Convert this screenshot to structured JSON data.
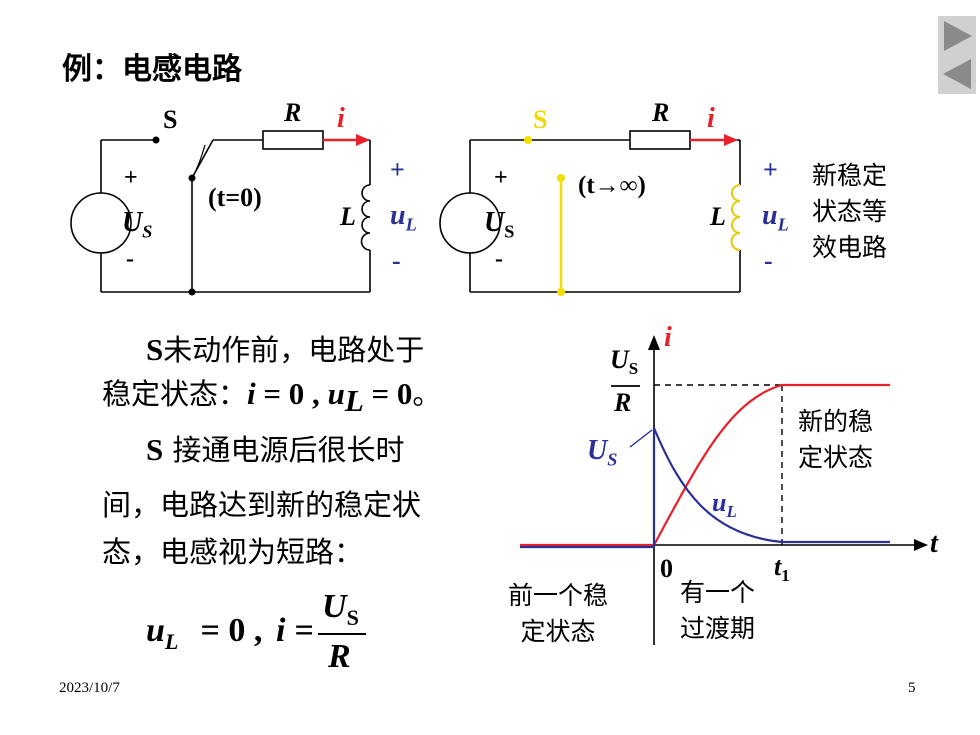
{
  "slide": {
    "title": "例：电感电路",
    "date": "2023/10/7",
    "page_number": "5"
  },
  "nav": {
    "next_icon": "triangle-right-icon",
    "prev_icon": "triangle-left-icon"
  },
  "circuit1": {
    "switch_label": "S",
    "resistor_label": "R",
    "current_label": "i",
    "plus": "+",
    "minus": "-",
    "source_label": "U",
    "source_sub": "S",
    "time_label": "(t=0)",
    "inductor_label": "L",
    "uL_plus": "+",
    "uL_label": "u",
    "uL_sub": "L",
    "uL_minus": "-"
  },
  "circuit2": {
    "switch_label": "S",
    "resistor_label": "R",
    "current_label": "i",
    "plus": "+",
    "minus": "-",
    "source_label": "U",
    "source_sub": "S",
    "time_label": "(t→∞)",
    "inductor_label": "L",
    "uL_plus": "+",
    "uL_label": "u",
    "uL_sub": "L",
    "uL_minus": "-",
    "note_lines": [
      "新稳定",
      "状态等",
      "效电路"
    ]
  },
  "text": {
    "p1_line1_a": "S",
    "p1_line1_b": "未动作前，电路处于",
    "p1_line2_a": "稳定状态：",
    "p1_line2_i": "i",
    "p1_line2_eq1": " = 0 , ",
    "p1_line2_u": "u",
    "p1_line2_sub": "L",
    "p1_line2_eq2": " = 0",
    "p1_line2_end": "。",
    "p2_line1_a": "S",
    "p2_line1_b": " 接通电源后很长时",
    "p2_line2": "间，电路达到新的稳定状",
    "p2_line3": "态，电感视为短路："
  },
  "formula": {
    "u": "u",
    "u_sub": "L",
    "eq1": " = 0 , ",
    "i": "i",
    "eq2": " = ",
    "num": "U",
    "num_sub": "S",
    "den": "R"
  },
  "graph": {
    "y_axis_label": "i",
    "x_axis_label": "t",
    "y_tick_num": "U",
    "y_tick_num_sub": "S",
    "y_tick_den": "R",
    "us_label": "U",
    "us_sub": "S",
    "uL_label": "u",
    "uL_sub": "L",
    "origin_label": "0",
    "t1_label": "t",
    "t1_sub": "1",
    "new_state_lines": [
      "新的稳",
      "定状态"
    ],
    "prev_state_lines": [
      "前一个稳",
      "定状态"
    ],
    "transition_lines": [
      "有一个",
      "过渡期"
    ],
    "colors": {
      "current": "#e8202a",
      "voltage": "#2a3096"
    }
  }
}
